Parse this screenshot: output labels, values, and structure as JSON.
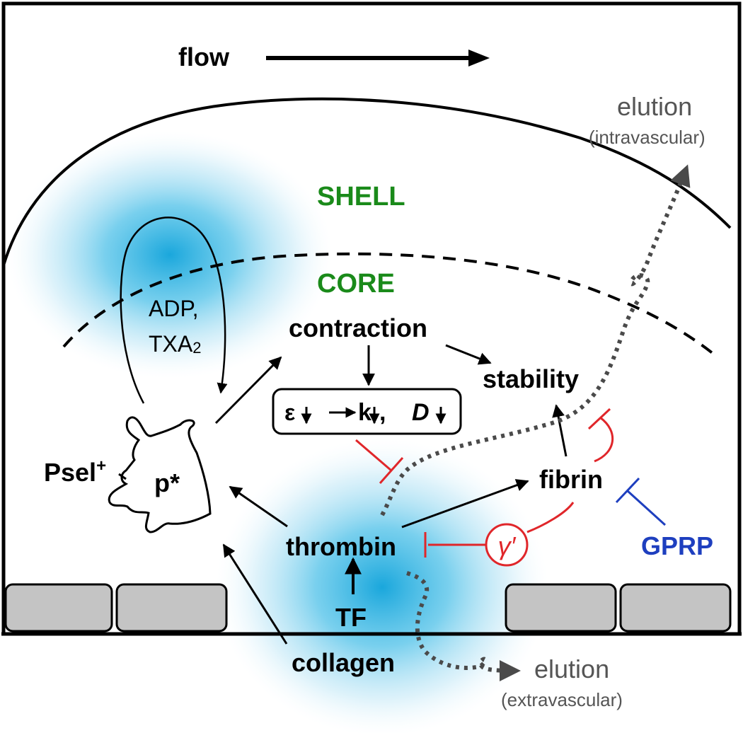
{
  "flow": {
    "label": "flow"
  },
  "regions": {
    "shell": "SHELL",
    "core": "CORE"
  },
  "agonists": {
    "line1": "ADP,",
    "line2_main": "TXA",
    "line2_sub": "2"
  },
  "nodes": {
    "contraction": "contraction",
    "stability": "stability",
    "pstar": "p*",
    "psel_main": "Psel",
    "psel_sup": "+",
    "thrombin": "thrombin",
    "fibrin": "fibrin",
    "tf": "TF",
    "collagen": "collagen",
    "gprp": "GPRP",
    "gamma": "γ′"
  },
  "box": {
    "epsilon": "ε",
    "k": "k",
    "comma": ",",
    "d": "D"
  },
  "elution": {
    "top": "elution",
    "top_sub": "(intravascular)",
    "bottom": "elution",
    "bottom_sub": "(extravascular)"
  },
  "colors": {
    "green": "#1a8a1a",
    "red": "#e0262a",
    "blue": "#1e3fbf",
    "glow": "#1aa7dc",
    "gray_text": "#555555",
    "cell_fill": "#c4c4c4"
  }
}
